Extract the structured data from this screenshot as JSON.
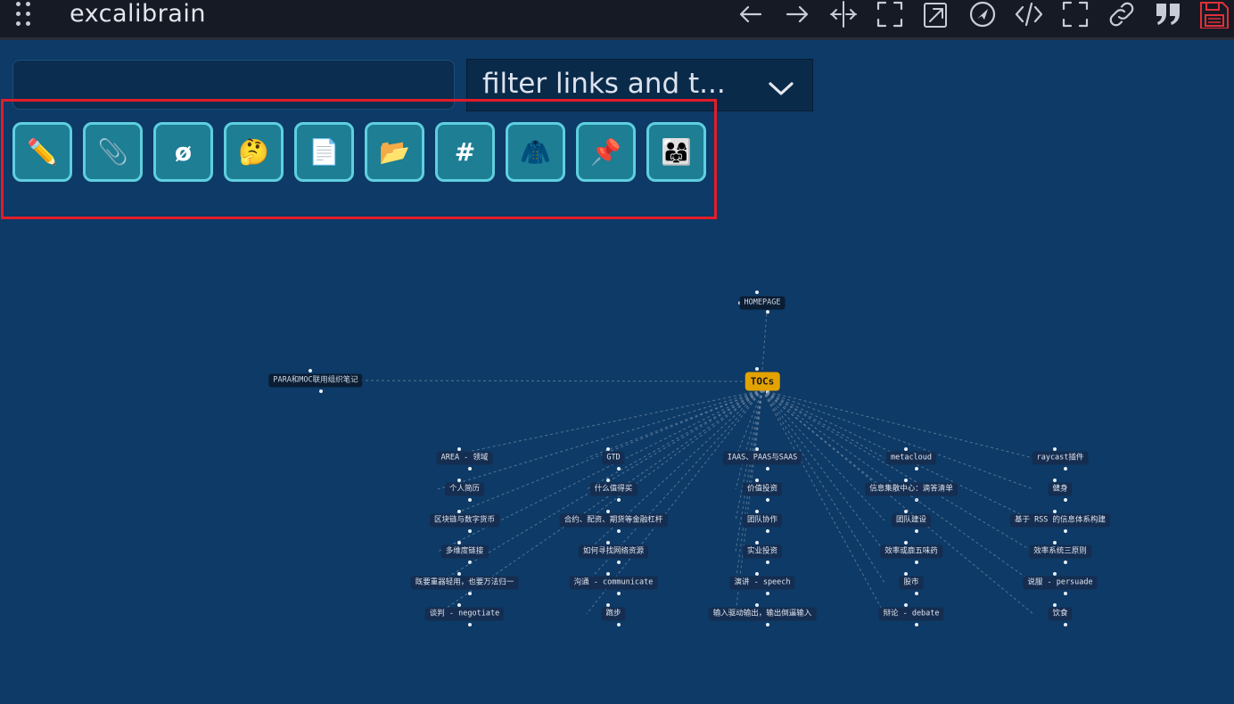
{
  "header": {
    "title": "excalibrain",
    "toolbar_icons": [
      "arrow-left-icon",
      "arrow-right-icon",
      "split-vertical-icon",
      "fullscreen-icon",
      "open-external-icon",
      "navigate-icon",
      "code-icon",
      "expand-icon",
      "link-icon",
      "quote-icon",
      "save-icon"
    ]
  },
  "search": {
    "value": "",
    "placeholder": ""
  },
  "filter": {
    "selected": "filter links and t..."
  },
  "toolbar_buttons": [
    {
      "name": "pencil-toggle",
      "glyph": "✏️"
    },
    {
      "name": "attachment-toggle",
      "glyph": "📎"
    },
    {
      "name": "empty-set-toggle",
      "glyph": "ø"
    },
    {
      "name": "thinking-toggle",
      "glyph": "🤔"
    },
    {
      "name": "page-toggle",
      "glyph": "📄"
    },
    {
      "name": "folder-toggle",
      "glyph": "📂"
    },
    {
      "name": "tag-toggle",
      "glyph": "#"
    },
    {
      "name": "coat-toggle",
      "glyph": "🧥"
    },
    {
      "name": "pin-toggle",
      "glyph": "📌"
    },
    {
      "name": "family-toggle",
      "glyph": "👨‍👩‍👧"
    }
  ],
  "graph": {
    "central": "TOCs",
    "parent": "HOMEPAGE",
    "sibling": "PARA和MOC联用组织笔记",
    "children": [
      [
        "AREA - 领域",
        "个人简历",
        "区块链与数字货币",
        "多维度链接",
        "既要重器轻用，也要万法归一",
        "谈判 - negotiate"
      ],
      [
        "GTD",
        "什么值得买",
        "合约、配资、期货等金融杠杆",
        "如何寻找网络资源",
        "沟通 - communicate",
        "跑步"
      ],
      [
        "IAAS、PAAS与SAAS",
        "价值投资",
        "团队协作",
        "实业投资",
        "演讲 - speech",
        "输入驱动输出，输出倒逼输入"
      ],
      [
        "metacloud",
        "信息集散中心：滴答清单",
        "团队建设",
        "效率或鹿五味药",
        "股市",
        "辩论 - debate"
      ],
      [
        "raycast插件",
        "健身",
        "基于 RSS 的信息体系构建",
        "效率系统三原则",
        "说服 - persuade",
        "饮食"
      ]
    ]
  },
  "colors": {
    "background": "#0d3a66",
    "titlebar": "#161a24",
    "button_fill": "#1d7e94",
    "button_border": "#5fcfe0",
    "highlight": "#e21d2a",
    "central_node": "#e2a200"
  }
}
